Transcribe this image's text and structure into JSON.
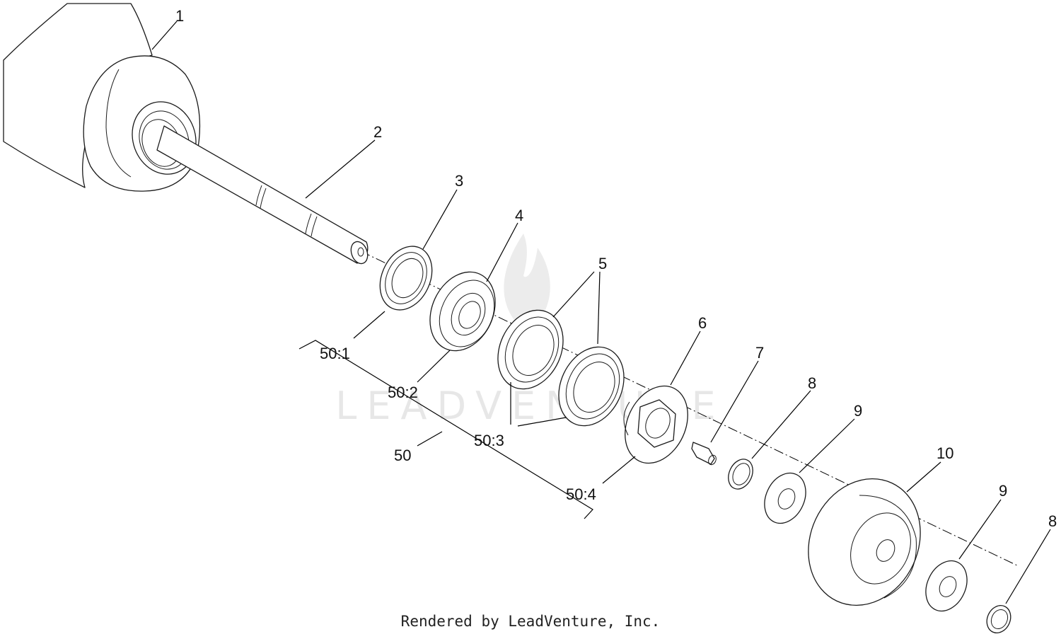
{
  "callouts": {
    "c1": "1",
    "c2": "2",
    "c3": "3",
    "c4": "4",
    "c5": "5",
    "c6": "6",
    "c7": "7",
    "c8a": "8",
    "c9a": "9",
    "c10": "10",
    "c9b": "9",
    "c8b": "8",
    "c50_1": "50:1",
    "c50_2": "50:2",
    "c50_3": "50:3",
    "c50_4": "50:4",
    "c50": "50"
  },
  "watermark": "LEADVENTURE",
  "footer": "Rendered by LeadVenture, Inc."
}
